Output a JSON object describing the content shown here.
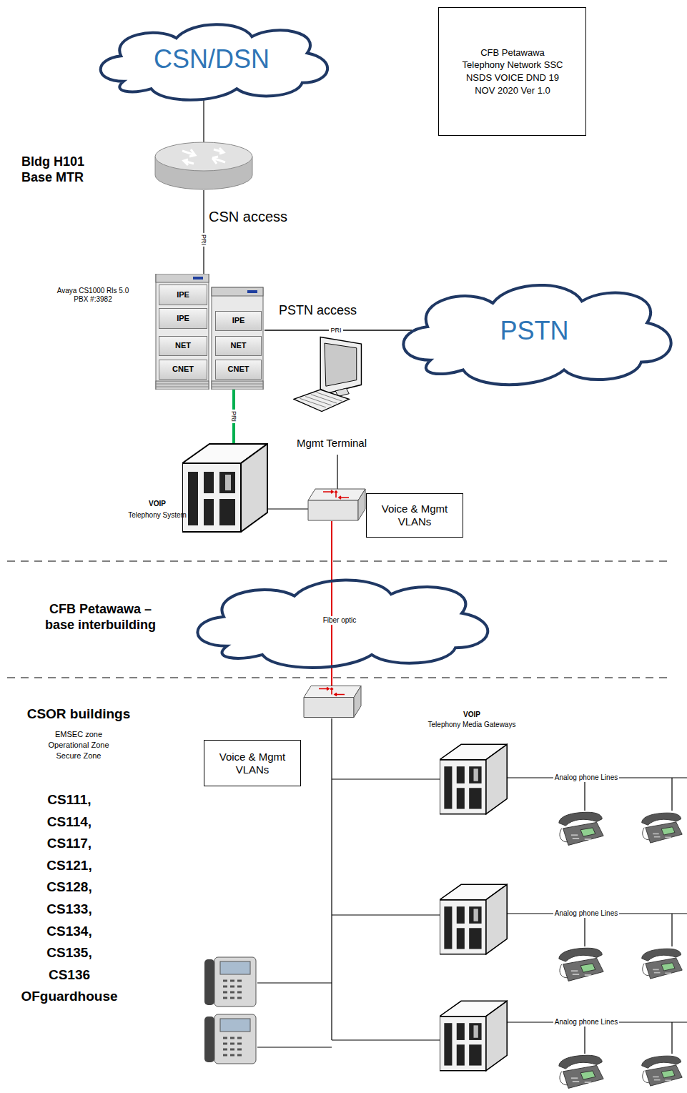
{
  "diagram": {
    "title": "CFB Petawawa Telephony Network SSC NSDS VOICE DND 19 NOV 2020 Ver 1.0",
    "nodes": [
      {
        "text": [
          "CSN/DSN"
        ]
      },
      {
        "text": [
          "Avaya CS1000 Rls 5.0 PBX #:3982"
        ]
      },
      {
        "text": [
          "IPE"
        ],
        "in": 1
      },
      {
        "text": [
          "IPE"
        ],
        "in": 1
      },
      {
        "text": [
          "NET"
        ],
        "in": 1
      },
      {
        "text": [
          "CNET"
        ],
        "in": 1
      },
      {
        "text": [
          "IPE"
        ],
        "in": 1
      },
      {
        "text": [
          "NET"
        ],
        "in": 1
      },
      {
        "text": [
          "CNET"
        ],
        "in": 1
      },
      {
        "text": [
          "PSTN"
        ]
      },
      {
        "text": [
          "Mgmt Terminal"
        ]
      },
      {
        "text": [
          "VOIP",
          "Telephony System"
        ]
      },
      {
        "text": [
          "Voice & Mgmt VLANs"
        ]
      },
      {
        "text": [
          "Fiber optic"
        ]
      },
      {
        "text": [
          "Voice & Mgmt VLANs"
        ]
      },
      {
        "text": [
          "VOIP",
          "Telephony Media Gateways"
        ]
      }
    ],
    "edges": [
      {
        "from": 1,
        "to": 9,
        "label": "PRI",
        "arrow": "none"
      },
      {
        "from": 1,
        "to": 11,
        "label": "PRI",
        "arrow": "none"
      }
    ],
    "labels": [
      "Bldg H101 Base MTR",
      "CSN access",
      "PRI",
      "PSTN access",
      "CFB Petawawa – base interbuilding",
      "CSOR buildings",
      "EMSEC zone Operational Zone Secure Zone",
      "CS111,",
      "CS114,",
      "CS117,",
      "CS121,",
      "CS128,",
      "CS133,",
      "CS134,",
      "CS135,",
      "CS136",
      "OFguardhouse",
      "Analog phone Lines",
      "Analog phone Lines",
      "Analog phone Lines"
    ]
  }
}
